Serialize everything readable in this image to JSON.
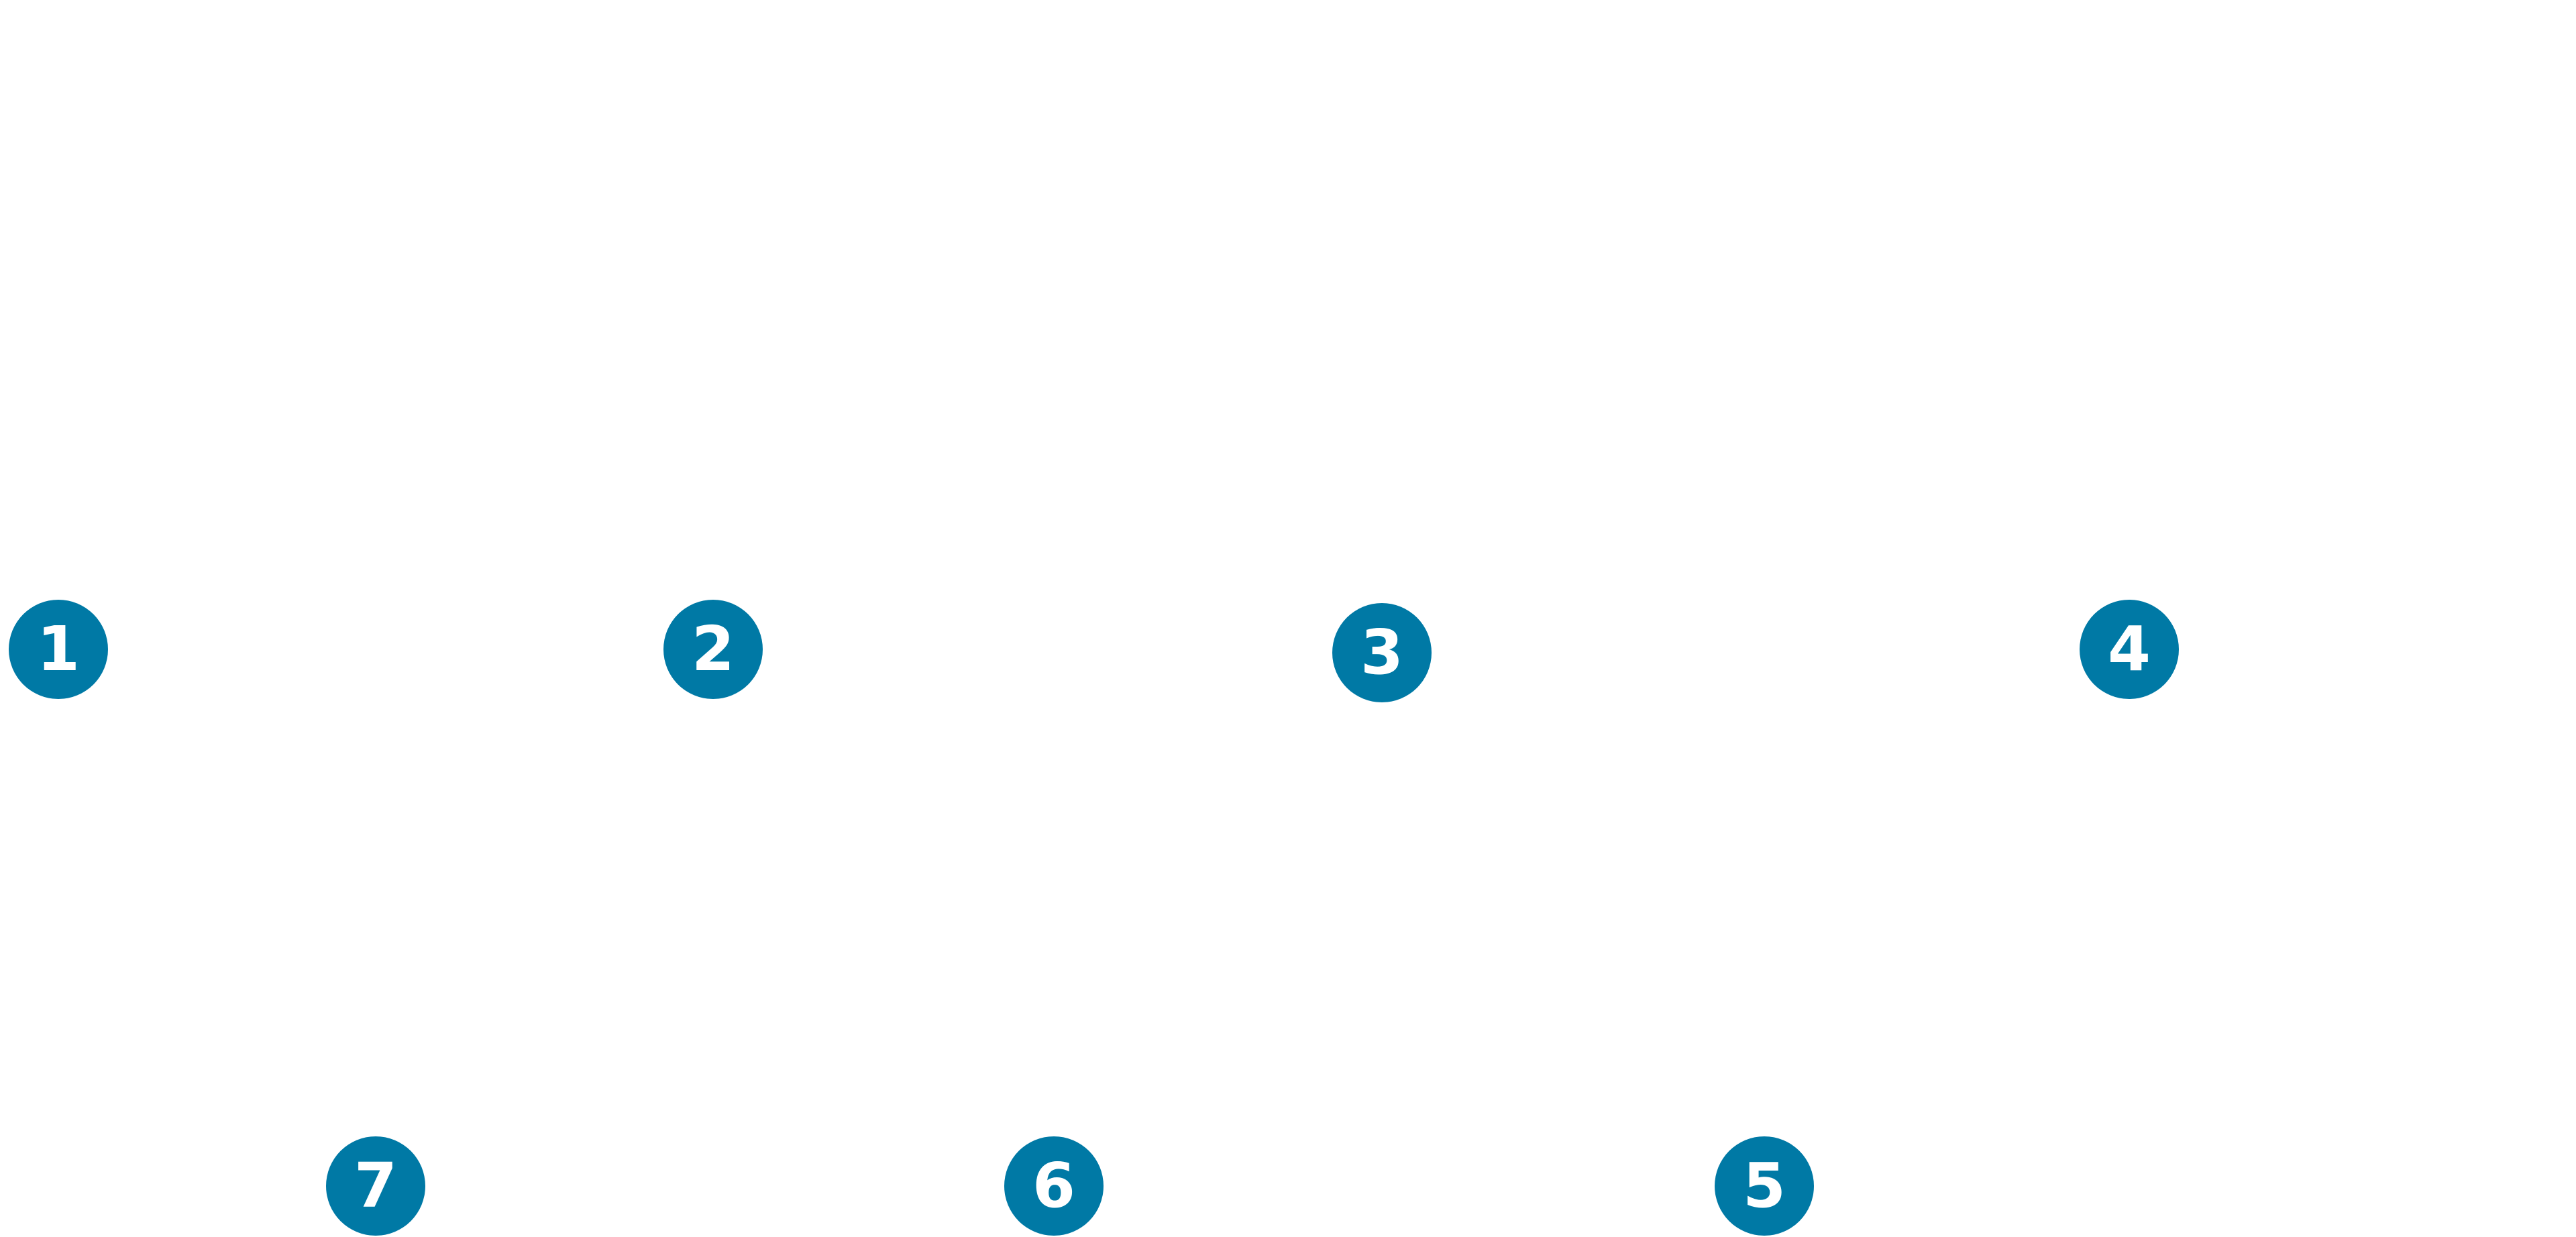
{
  "markers": [
    {
      "label": "1"
    },
    {
      "label": "2"
    },
    {
      "label": "3"
    },
    {
      "label": "4"
    },
    {
      "label": "5"
    },
    {
      "label": "6"
    },
    {
      "label": "7"
    }
  ],
  "colors": {
    "marker_fill": "#0079a5",
    "marker_text": "#ffffff",
    "background": "#ffffff"
  }
}
